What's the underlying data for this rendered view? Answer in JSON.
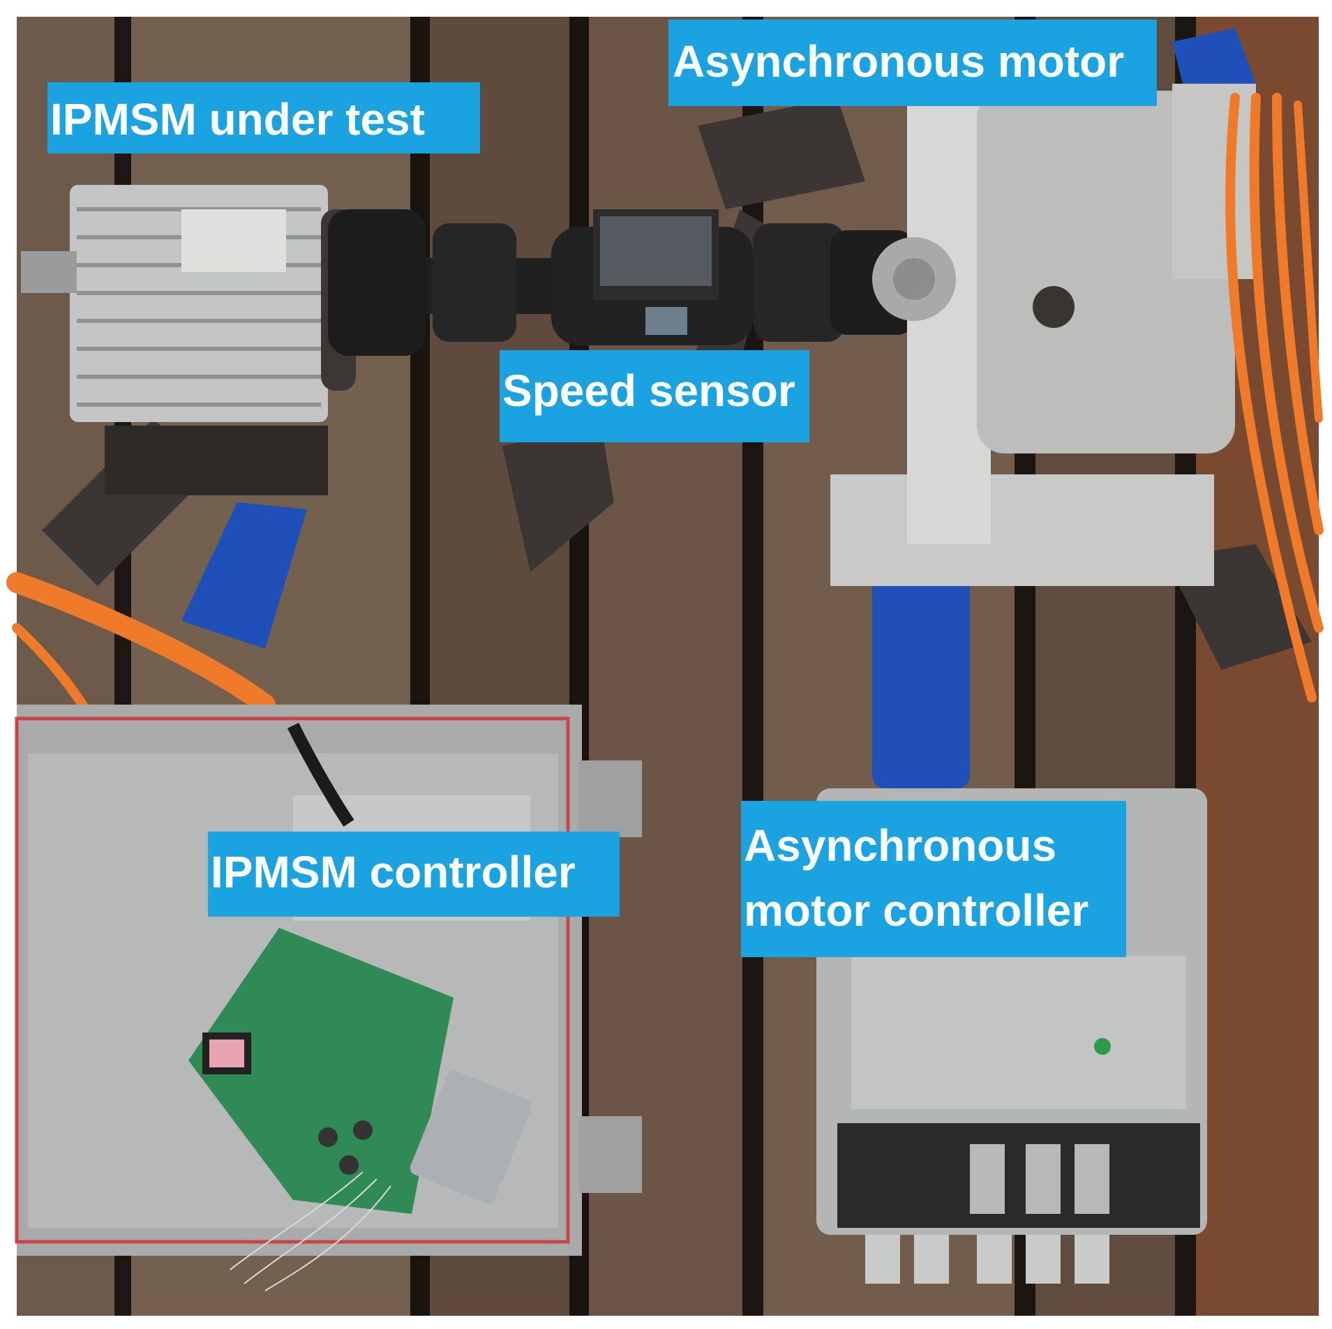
{
  "image": {
    "description_free": true,
    "colors": {
      "label_background": "#1aa3e0",
      "label_text": "#ffffff",
      "table_dark": "#4a3a30",
      "table_mid": "#6b5646",
      "cable_orange": "#ee7a2a",
      "clamp_blue": "#1f4fb8",
      "aluminum": "#b9bcbd"
    }
  },
  "labels": {
    "ipmsm_under_test": "IPMSM under test",
    "asynchronous_motor": "Asynchronous motor",
    "speed_sensor": "Speed sensor",
    "ipmsm_controller": "IPMSM controller",
    "async_controller_line1": "Asynchronous",
    "async_controller_line2": "motor controller"
  }
}
